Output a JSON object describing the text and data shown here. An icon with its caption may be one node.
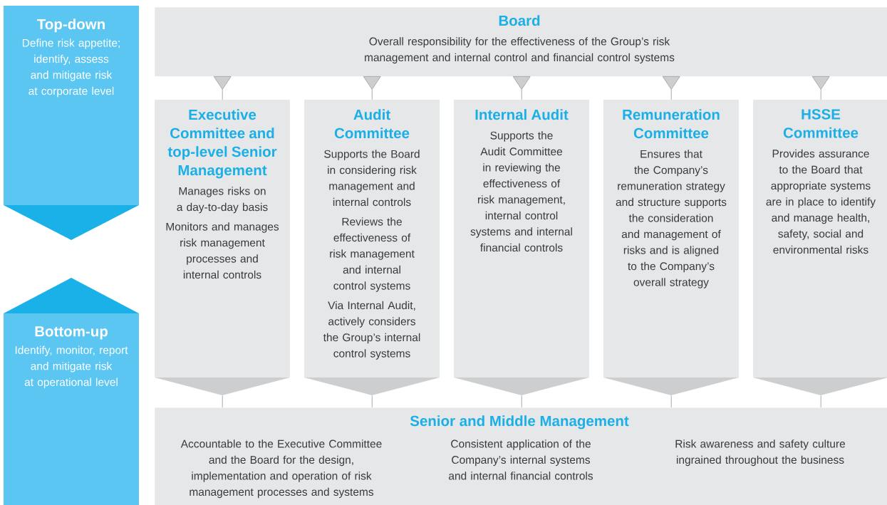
{
  "diagram": {
    "nodes": [
      {
        "text": [
          "Top-down",
          "Define risk appetite; identify, assess and mitigate risk at corporate level"
        ]
      },
      {
        "text": [
          "Board",
          "Overall responsibility for the effectiveness of the Group’s risk management and internal control and financial control systems"
        ]
      },
      {
        "text": [
          "Executive Committee and top-level Senior Management",
          "Manages risks on a day-to-day basis",
          "Monitors and manages risk management processes and internal controls"
        ]
      },
      {
        "text": [
          "Audit Committee",
          "Supports the Board in considering risk management and internal controls",
          "Reviews the effectiveness of risk management and internal control systems",
          "Via Internal Audit, actively considers the Group’s internal control systems"
        ]
      },
      {
        "text": [
          "Internal Audit",
          "Supports the Audit Committee in reviewing the effectiveness of risk management, internal control systems and internal financial controls"
        ]
      },
      {
        "text": [
          "Remuneration Committee",
          "Ensures that the Company’s remuneration strategy and structure supports the consideration and management of risks and is aligned to the Company’s overall strategy"
        ]
      },
      {
        "text": [
          "HSSE Committee",
          "Provides assurance to the Board that appropriate systems are in place to identify and manage health, safety, social and environmental risks"
        ]
      },
      {
        "text": [
          "Bottom-up",
          "Identify, monitor, report and mitigate risk at operational level"
        ]
      },
      {
        "text": [
          "Senior and Middle Management",
          "Accountable to the Executive Committee and the Board for the design, implementation and operation of risk management processes and systems",
          "Consistent application of the Company’s internal systems and internal financial controls",
          "Risk awareness and safety culture ingrained throughout the business"
        ]
      }
    ],
    "edges": [
      {
        "from": 1,
        "to": 2,
        "arrow": "to"
      },
      {
        "from": 1,
        "to": 3,
        "arrow": "to"
      },
      {
        "from": 1,
        "to": 4,
        "arrow": "to"
      },
      {
        "from": 1,
        "to": 5,
        "arrow": "to"
      },
      {
        "from": 1,
        "to": 6,
        "arrow": "to"
      },
      {
        "from": 2,
        "to": 8,
        "arrow": "none"
      },
      {
        "from": 3,
        "to": 8,
        "arrow": "none"
      },
      {
        "from": 4,
        "to": 8,
        "arrow": "none"
      },
      {
        "from": 5,
        "to": 8,
        "arrow": "none"
      },
      {
        "from": 6,
        "to": 8,
        "arrow": "none"
      }
    ]
  }
}
